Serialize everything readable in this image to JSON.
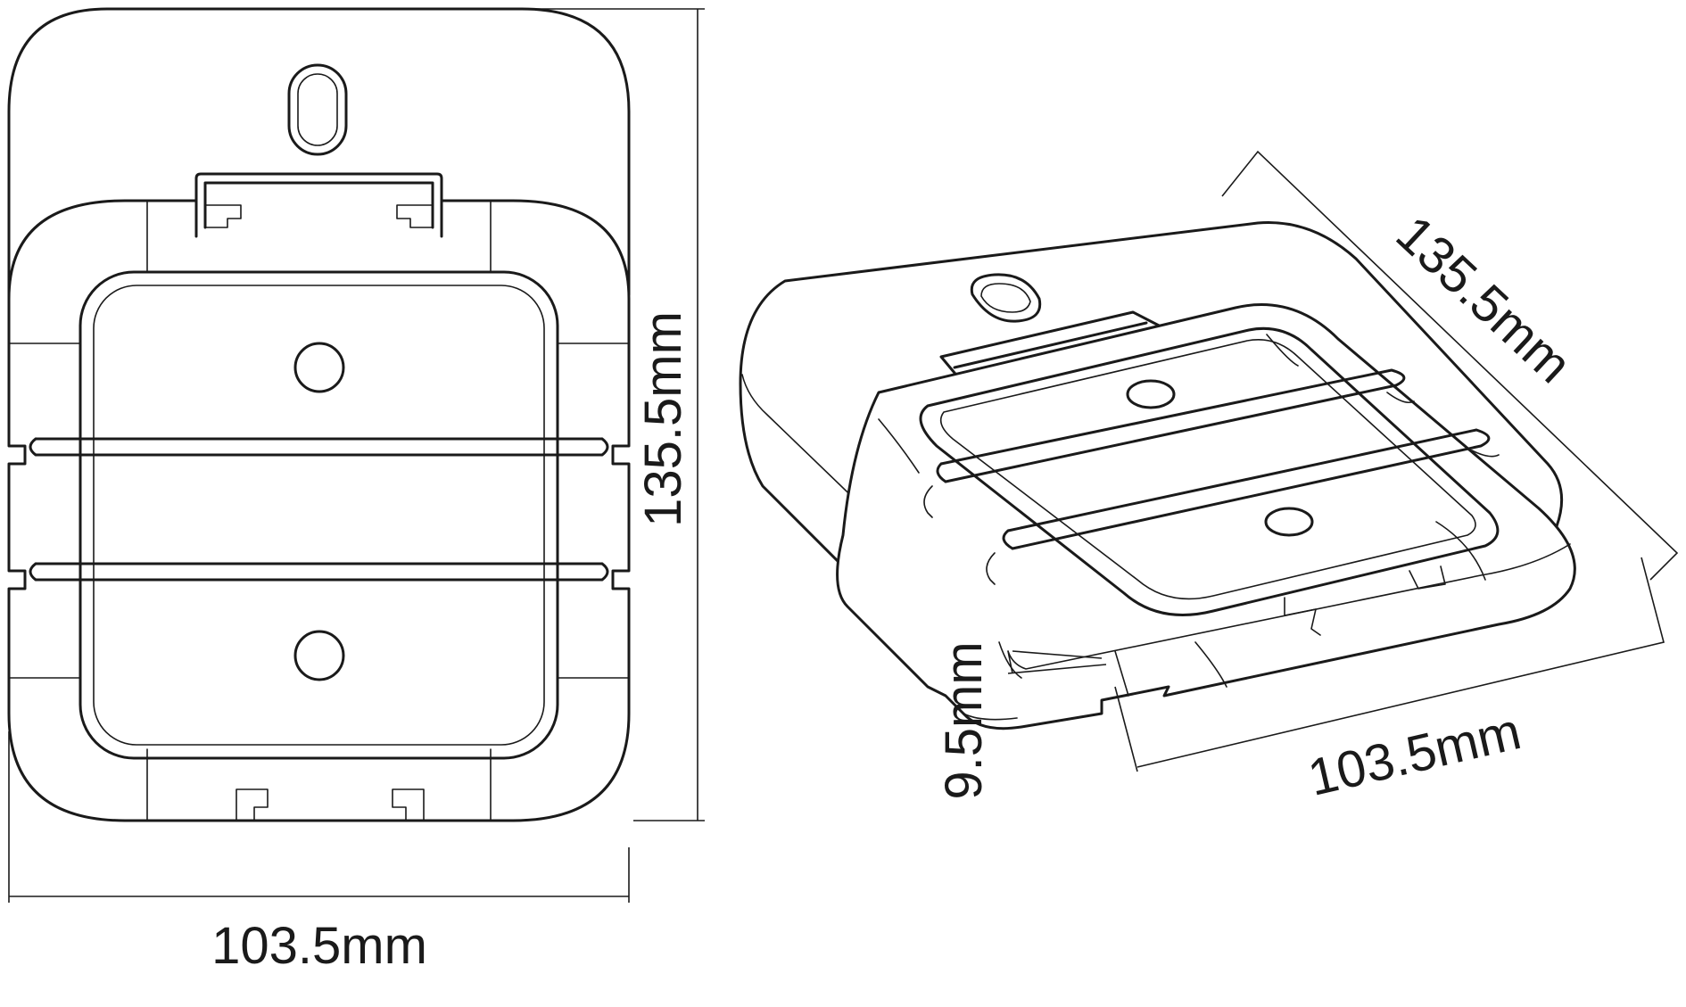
{
  "front_view": {
    "width_label": "103.5mm",
    "height_label": "135.5mm"
  },
  "iso_view": {
    "length_label": "135.5mm",
    "width_label": "103.5mm",
    "thickness_label": "9.5mm"
  },
  "colors": {
    "line": "#1a1a1a",
    "background": "#ffffff"
  }
}
